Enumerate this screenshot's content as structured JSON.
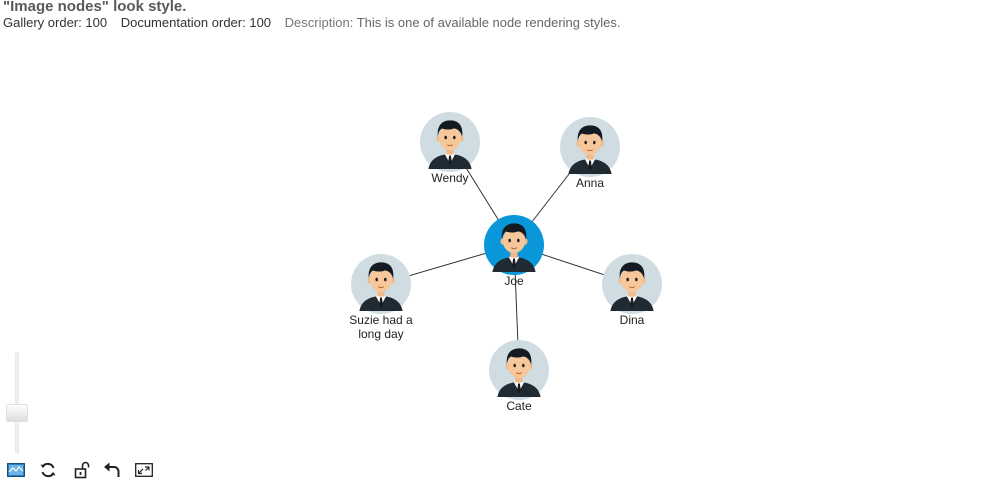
{
  "header": {
    "title": "\"Image nodes\" look style.",
    "gallery_order_label": "Gallery order:",
    "gallery_order_value": "100",
    "documentation_order_label": "Documentation order:",
    "documentation_order_value": "100",
    "description_label": "Description:",
    "description_value": "This is one of available node rendering styles."
  },
  "graph": {
    "nodes": [
      {
        "id": "joe",
        "label_lines": [
          "Joe"
        ],
        "selected": true
      },
      {
        "id": "wendy",
        "label_lines": [
          "Wendy"
        ]
      },
      {
        "id": "anna",
        "label_lines": [
          "Anna"
        ]
      },
      {
        "id": "suzie",
        "label_lines": [
          "Suzie had a",
          "long day"
        ]
      },
      {
        "id": "dina",
        "label_lines": [
          "Dina"
        ]
      },
      {
        "id": "cate",
        "label_lines": [
          "Cate"
        ]
      }
    ],
    "edges": [
      {
        "from": "joe",
        "to": "wendy"
      },
      {
        "from": "joe",
        "to": "anna"
      },
      {
        "from": "joe",
        "to": "suzie"
      },
      {
        "from": "joe",
        "to": "dina"
      },
      {
        "from": "joe",
        "to": "cate"
      }
    ],
    "colors": {
      "node_bg": "#cfdde3",
      "node_selected_bg": "#0a97d9",
      "edge": "#333333"
    }
  },
  "zoom": {
    "level": 0.38
  },
  "toolbar": {
    "buttons": [
      {
        "name": "navigator-button",
        "icon": "map-icon"
      },
      {
        "name": "refresh-layout-button",
        "icon": "refresh-icon"
      },
      {
        "name": "unlock-button",
        "icon": "unlock-icon"
      },
      {
        "name": "undo-button",
        "icon": "undo-icon"
      },
      {
        "name": "fullscreen-button",
        "icon": "fullscreen-icon"
      }
    ]
  }
}
